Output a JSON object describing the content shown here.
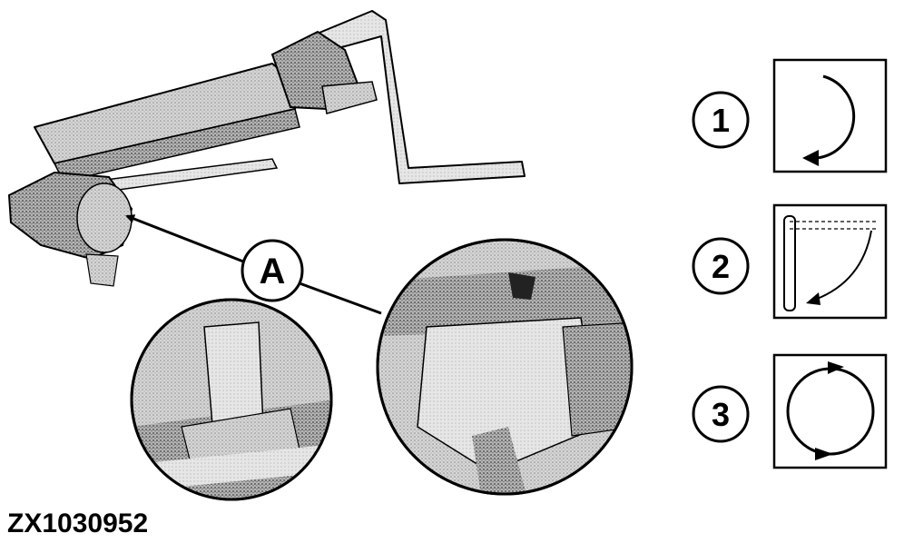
{
  "figure_id": "ZX1030952",
  "callouts": {
    "a": "A"
  },
  "steps": [
    {
      "number": "1",
      "icon": "clockwise-arc-arrow-icon"
    },
    {
      "number": "2",
      "icon": "swing-down-arrow-icon"
    },
    {
      "number": "3",
      "icon": "rotate-full-circle-icon"
    }
  ],
  "colors": {
    "ink": "#000000",
    "paper": "#ffffff",
    "stipple": "#9a9a9a"
  }
}
